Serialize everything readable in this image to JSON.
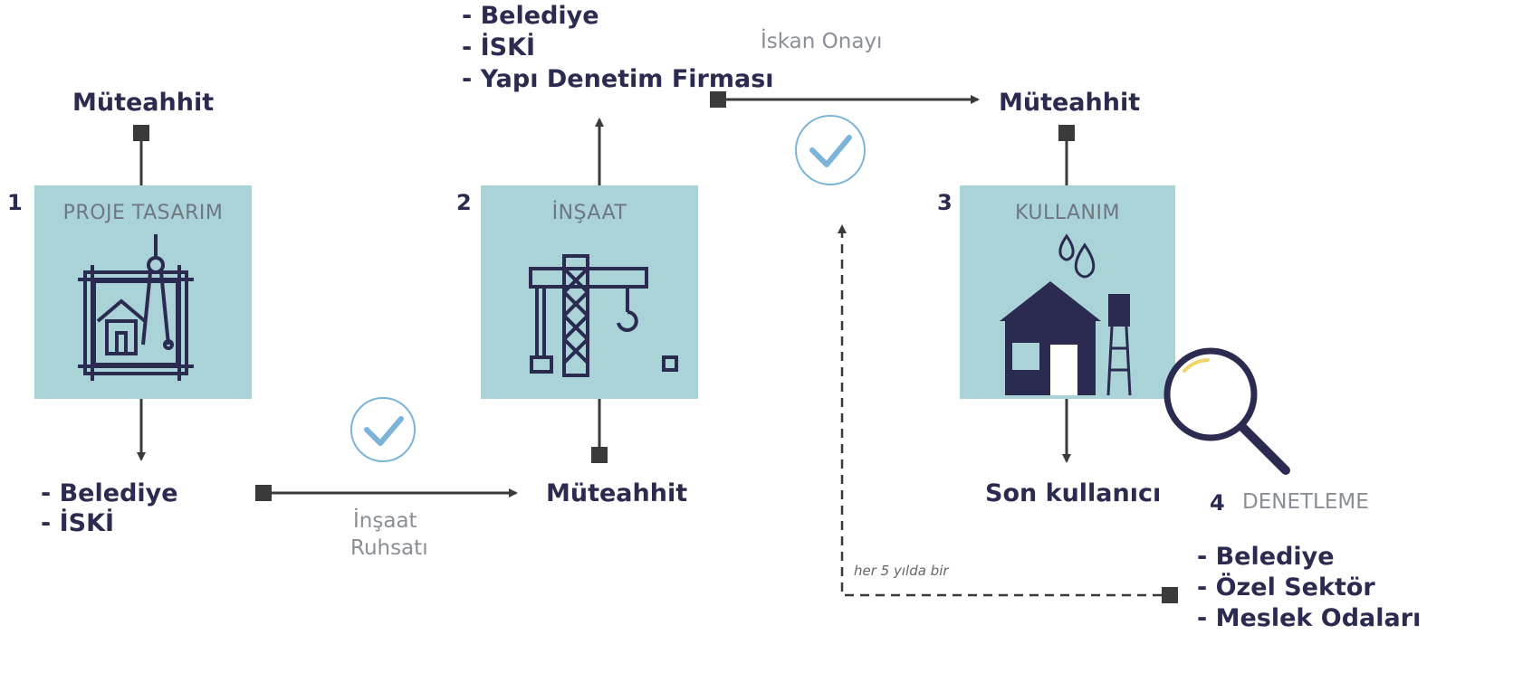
{
  "colors": {
    "navy": "#2b2a50",
    "teal": "#a9d3d6",
    "line": "#3a3a3a",
    "check": "#7bb4d8",
    "yellow": "#f2d36b"
  },
  "stage1": {
    "number": "1",
    "title": "PROJE TASARIM",
    "top_actor": "Müteahhit",
    "bottom_list": [
      "- Belediye",
      "- İSKİ"
    ]
  },
  "arrow1": {
    "label_line1": "İnşaat",
    "label_line2": "Ruhsatı"
  },
  "stage2": {
    "number": "2",
    "title": "İNŞAAT",
    "bottom_actor": "Müteahhit",
    "top_list": [
      "- Belediye",
      "- İSKİ",
      "- Yapı Denetim Firması"
    ]
  },
  "arrow2": {
    "label": "İskan Onayı"
  },
  "stage3": {
    "number": "3",
    "title": "KULLANIM",
    "top_actor": "Müteahhit",
    "bottom_actor": "Son kullanıcı"
  },
  "stage4": {
    "number": "4",
    "title": "DENETLEME",
    "list": [
      "- Belediye",
      "- Özel Sektör",
      "- Meslek Odaları"
    ]
  },
  "loop": {
    "label": "her 5 yılda bir"
  },
  "icons": [
    "blueprint-compass-icon",
    "crane-icon",
    "house-water-tower-icon",
    "magnifier-icon",
    "check-circle-icon"
  ]
}
